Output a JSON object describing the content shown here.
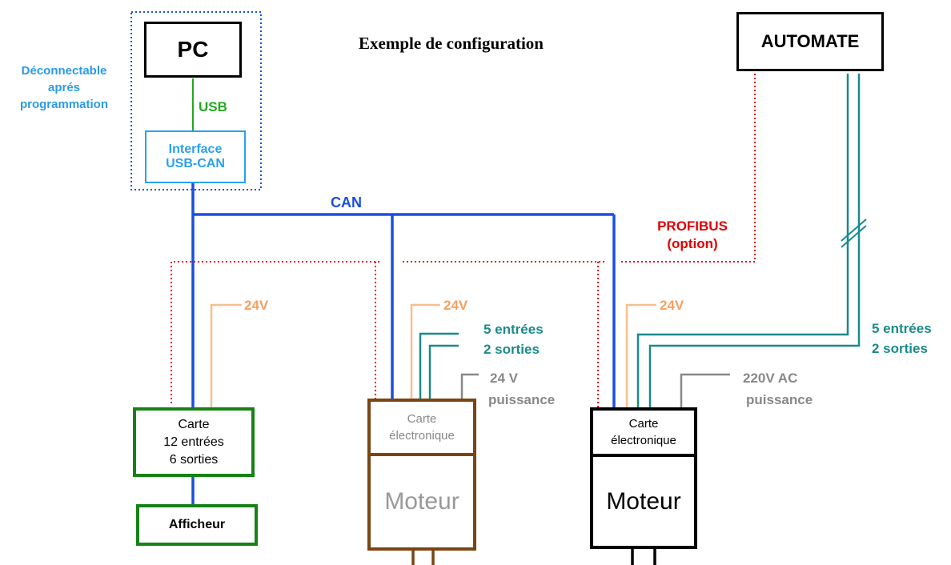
{
  "title": "Exemple de configuration",
  "pc": "PC",
  "automate": "AUTOMATE",
  "removable_note": [
    "Déconnectable",
    "aprés",
    "programmation"
  ],
  "usb": "USB",
  "interface": [
    "Interface",
    "USB-CAN"
  ],
  "can": "CAN",
  "profibus": [
    "PROFIBUS",
    "(option)"
  ],
  "left_module": {
    "supply": "24V",
    "card": [
      "Carte",
      "12 entrées",
      "6 sorties"
    ],
    "display": "Afficheur"
  },
  "middle_module": {
    "supply": "24V",
    "io": [
      "5 entrées",
      "2 sorties"
    ],
    "power": [
      "24 V",
      "puissance"
    ],
    "card": [
      "Carte",
      "électronique"
    ],
    "motor": "Moteur"
  },
  "right_module": {
    "supply": "24V",
    "io": [
      "5 entrées",
      "2 sorties"
    ],
    "power": [
      "220V AC",
      "puissance"
    ],
    "card": [
      "Carte",
      "électronique"
    ],
    "motor": "Moteur"
  },
  "colors": {
    "can": "#1a4fe0",
    "profibus": "#e00000",
    "usb": "#22a822",
    "supply": "#f5c090",
    "io": "#1a8a8a",
    "power": "#888888",
    "interface": "#2aa0ee",
    "green_box": "#168216",
    "brown_box": "#7a4512",
    "black_box": "#000000"
  }
}
